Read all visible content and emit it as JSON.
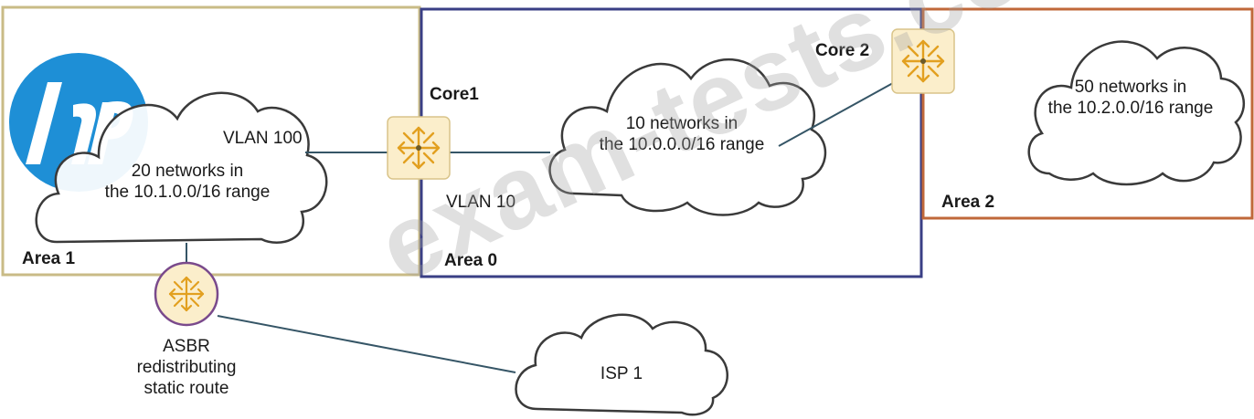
{
  "areas": {
    "area1": {
      "label": "Area 1",
      "border_color": "#c9bb86"
    },
    "area0": {
      "label": "Area 0",
      "border_color": "#3a3f85"
    },
    "area2": {
      "label": "Area 2",
      "border_color": "#c0683a"
    }
  },
  "devices": {
    "core1": {
      "label": "Core1",
      "icon": "l3-switch-icon"
    },
    "core2": {
      "label": "Core 2",
      "icon": "l3-switch-icon"
    },
    "asbr": {
      "label_lines": [
        "ASBR",
        "redistributing",
        "static route"
      ],
      "icon": "router-icon"
    }
  },
  "clouds": {
    "area1_cloud": {
      "lines": [
        "20 networks in",
        "the 10.1.0.0/16 range"
      ]
    },
    "area0_cloud": {
      "lines": [
        "10 networks in",
        "the 10.0.0.0/16 range"
      ]
    },
    "area2_cloud": {
      "lines": [
        "50 networks in",
        "the 10.2.0.0/16 range"
      ]
    },
    "isp_cloud": {
      "lines": [
        "ISP 1"
      ]
    }
  },
  "links": {
    "vlan100": "VLAN 100",
    "vlan10": "VLAN 10"
  },
  "logo": {
    "text": "hp",
    "color": "#1e8fd6"
  },
  "watermark": "exam-tests.com",
  "colors": {
    "device_fill": "#fbeecb",
    "device_arrow": "#e2a020",
    "router_ring": "#7a4a8c",
    "line": "#355566"
  }
}
